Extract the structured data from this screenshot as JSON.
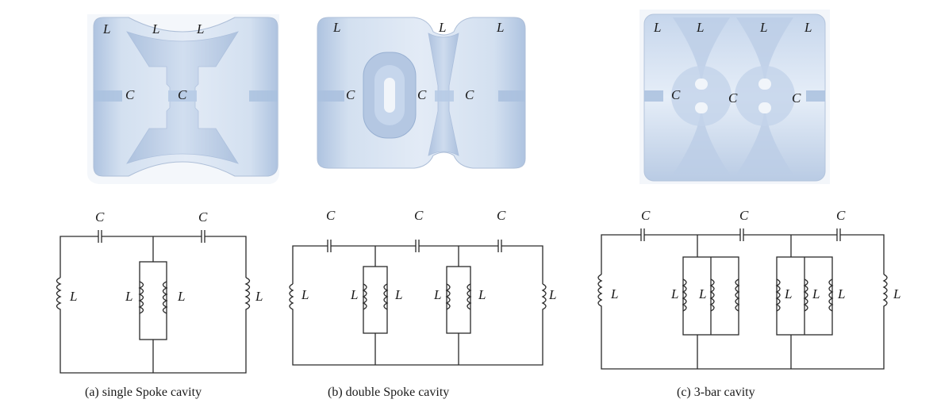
{
  "panels": [
    {
      "id": "a",
      "caption": "(a) single Spoke cavity",
      "cavity_labels": {
        "inductor": "L",
        "capacitor": "C"
      },
      "circuit_labels": {
        "inductor": "L",
        "capacitor": "C"
      }
    },
    {
      "id": "b",
      "caption": "(b) double Spoke cavity",
      "cavity_labels": {
        "inductor": "L",
        "capacitor": "C"
      },
      "circuit_labels": {
        "inductor": "L",
        "capacitor": "C"
      }
    },
    {
      "id": "c",
      "caption": "(c) 3-bar cavity",
      "cavity_labels": {
        "inductor": "L",
        "capacitor": "C"
      },
      "circuit_labels": {
        "inductor": "L",
        "capacitor": "C"
      }
    }
  ],
  "colors": {
    "cavity_body": "#c9d8ec",
    "cavity_dark": "#9fb6d6",
    "cavity_light": "#e6eef8",
    "wire": "#2a2a2a"
  }
}
